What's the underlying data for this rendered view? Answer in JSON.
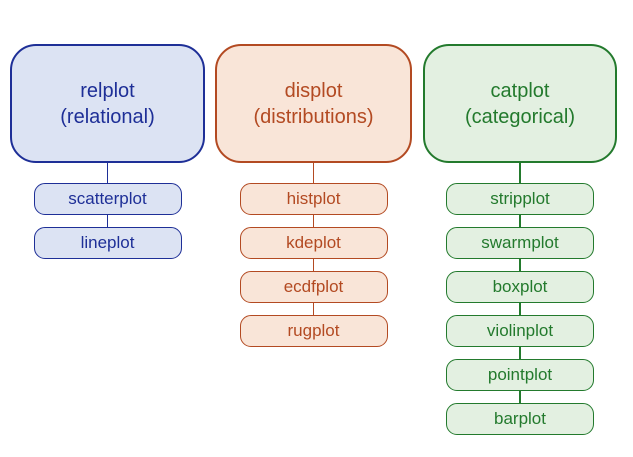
{
  "columns": [
    {
      "name": "relplot",
      "qualifier": "(relational)",
      "color": "#1e2f97",
      "fill": "#dce3f3",
      "children": [
        "scatterplot",
        "lineplot"
      ]
    },
    {
      "name": "displot",
      "qualifier": "(distributions)",
      "color": "#b34a22",
      "fill": "#f9e5d8",
      "children": [
        "histplot",
        "kdeplot",
        "ecdfplot",
        "rugplot"
      ]
    },
    {
      "name": "catplot",
      "qualifier": "(categorical)",
      "color": "#237a2d",
      "fill": "#e3f0e1",
      "children": [
        "stripplot",
        "swarmplot",
        "boxplot",
        "violinplot",
        "pointplot",
        "barplot"
      ]
    }
  ]
}
